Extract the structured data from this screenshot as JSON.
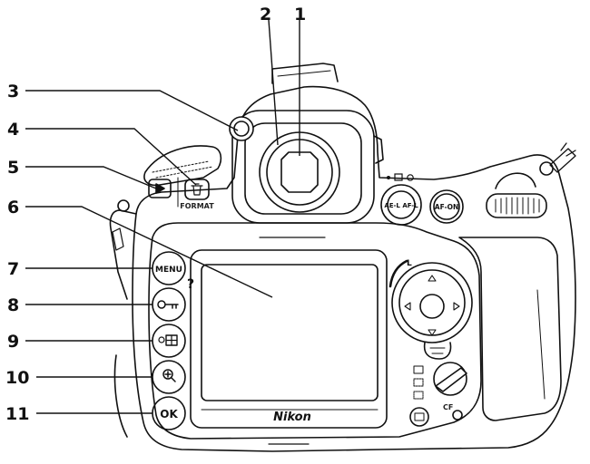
{
  "callouts": [
    {
      "id": "1",
      "label": "1"
    },
    {
      "id": "2",
      "label": "2"
    },
    {
      "id": "3",
      "label": "3"
    },
    {
      "id": "4",
      "label": "4"
    },
    {
      "id": "5",
      "label": "5"
    },
    {
      "id": "6",
      "label": "6"
    },
    {
      "id": "7",
      "label": "7"
    },
    {
      "id": "8",
      "label": "8"
    },
    {
      "id": "9",
      "label": "9"
    },
    {
      "id": "10",
      "label": "10"
    },
    {
      "id": "11",
      "label": "11"
    }
  ],
  "camera": {
    "brand": "Nikon",
    "buttons": {
      "menu": "MENU",
      "ok": "OK",
      "ae_af_lock": "AE-L AF-L",
      "af_on": "AF-ON",
      "help": "?",
      "format": "FORMAT",
      "lock_switch": "L",
      "card_slot": "CF"
    }
  },
  "colors": {
    "line": "#111111",
    "body_fill": "#ffffff"
  }
}
